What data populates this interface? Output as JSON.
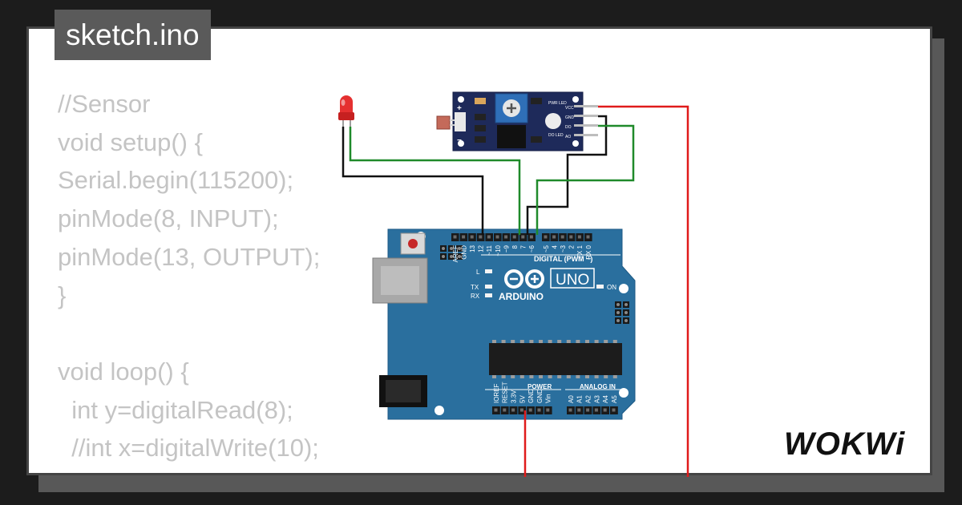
{
  "file": {
    "title": "sketch.ino"
  },
  "code": {
    "lines": [
      "//Sensor",
      "void setup() {",
      "Serial.begin(115200);",
      "pinMode(8, INPUT);",
      "pinMode(13, OUTPUT);",
      "}",
      "",
      "void loop() {",
      "  int y=digitalRead(8);",
      "  //int x=digitalWrite(10);"
    ]
  },
  "board": {
    "name": "UNO",
    "brand": "ARDUINO",
    "digital_label": "DIGITAL (PWM ~)",
    "power_label": "POWER",
    "analog_label": "ANALOG IN",
    "on_label": "ON",
    "l_label": "L",
    "tx_label": "TX",
    "rx_label": "RX",
    "digital_pins": [
      "AREF",
      "GND",
      "13",
      "12",
      "~11",
      "~10",
      "~9",
      "8",
      "7",
      "~6",
      "~5",
      "4",
      "~3",
      "2",
      "TX 1",
      "RX 0"
    ],
    "power_pins": [
      "IOREF",
      "RESET",
      "3.3V",
      "5V",
      "GND",
      "GND",
      "Vin"
    ],
    "analog_pins": [
      "A0",
      "A1",
      "A2",
      "A3",
      "A4",
      "A5"
    ]
  },
  "sensor": {
    "pins": [
      "VCC",
      "GND",
      "DO",
      "AO"
    ],
    "pwr_led_label": "PWR LED",
    "do_led_label": "DO LED"
  },
  "brand": {
    "logo": "WOKWi"
  },
  "colors": {
    "background": "#1c1c1c",
    "card": "#ffffff",
    "board": "#2a6f9e",
    "sensor_board": "#1e2a5a",
    "wire_black": "#111111",
    "wire_green": "#1f8a2a",
    "wire_red": "#e01b1b",
    "led": "#e53030"
  }
}
